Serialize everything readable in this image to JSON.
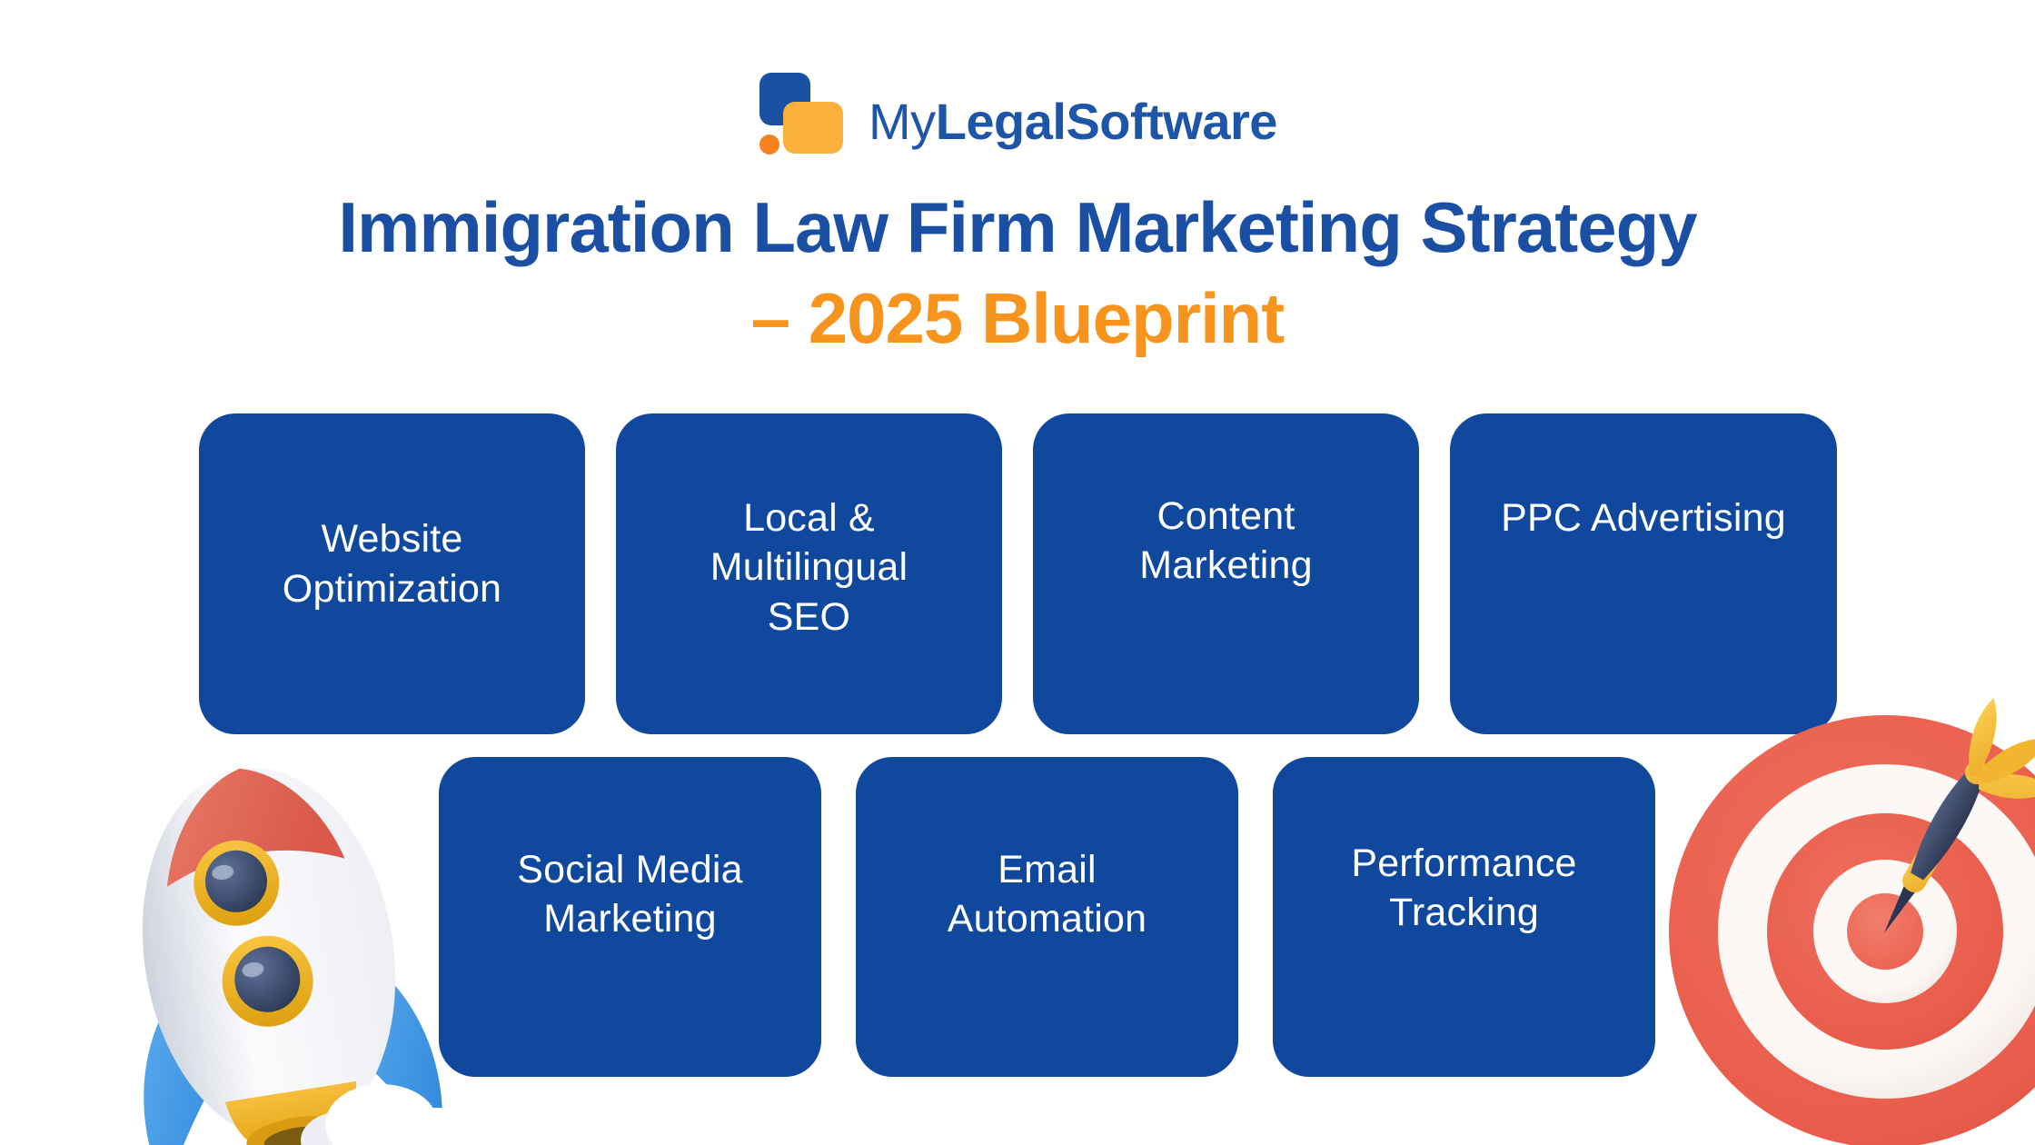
{
  "colors": {
    "card_blue": "#10489E",
    "title_blue": "#1B4FA3",
    "accent_orange": "#F7941E",
    "logo_blue": "#1D55A9",
    "logo_square_blue": "#1B51A3",
    "logo_square_yellow": "#FBB03C",
    "logo_dot_orange": "#F5821F",
    "card_text": "#FFFFFF",
    "background": "#FFFFFF",
    "target_red": "#E95C4B",
    "rocket_fin_blue": "#3E9AE9",
    "dart_navy": "#39455F",
    "dart_yellow": "#F4BD3E"
  },
  "logo": {
    "prefix": "My",
    "suffix": "LegalSoftware"
  },
  "title": {
    "line1": "Immigration Law Firm Marketing Strategy",
    "line2": "– 2025 Blueprint"
  },
  "cards": [
    {
      "id": "website-optimization",
      "label": "Website\nOptimization"
    },
    {
      "id": "local-multilingual-seo",
      "label": "Local &\nMultilingual\nSEO"
    },
    {
      "id": "content-marketing",
      "label": "Content\nMarketing"
    },
    {
      "id": "ppc-advertising",
      "label": "PPC Advertising"
    },
    {
      "id": "social-media-marketing",
      "label": "Social Media\nMarketing"
    },
    {
      "id": "email-automation",
      "label": "Email\nAutomation"
    },
    {
      "id": "performance-tracking",
      "label": "Performance\nTracking"
    }
  ],
  "illustrations": {
    "rocket": "3d-rocket",
    "dartboard": "3d-dartboard-with-dart"
  }
}
